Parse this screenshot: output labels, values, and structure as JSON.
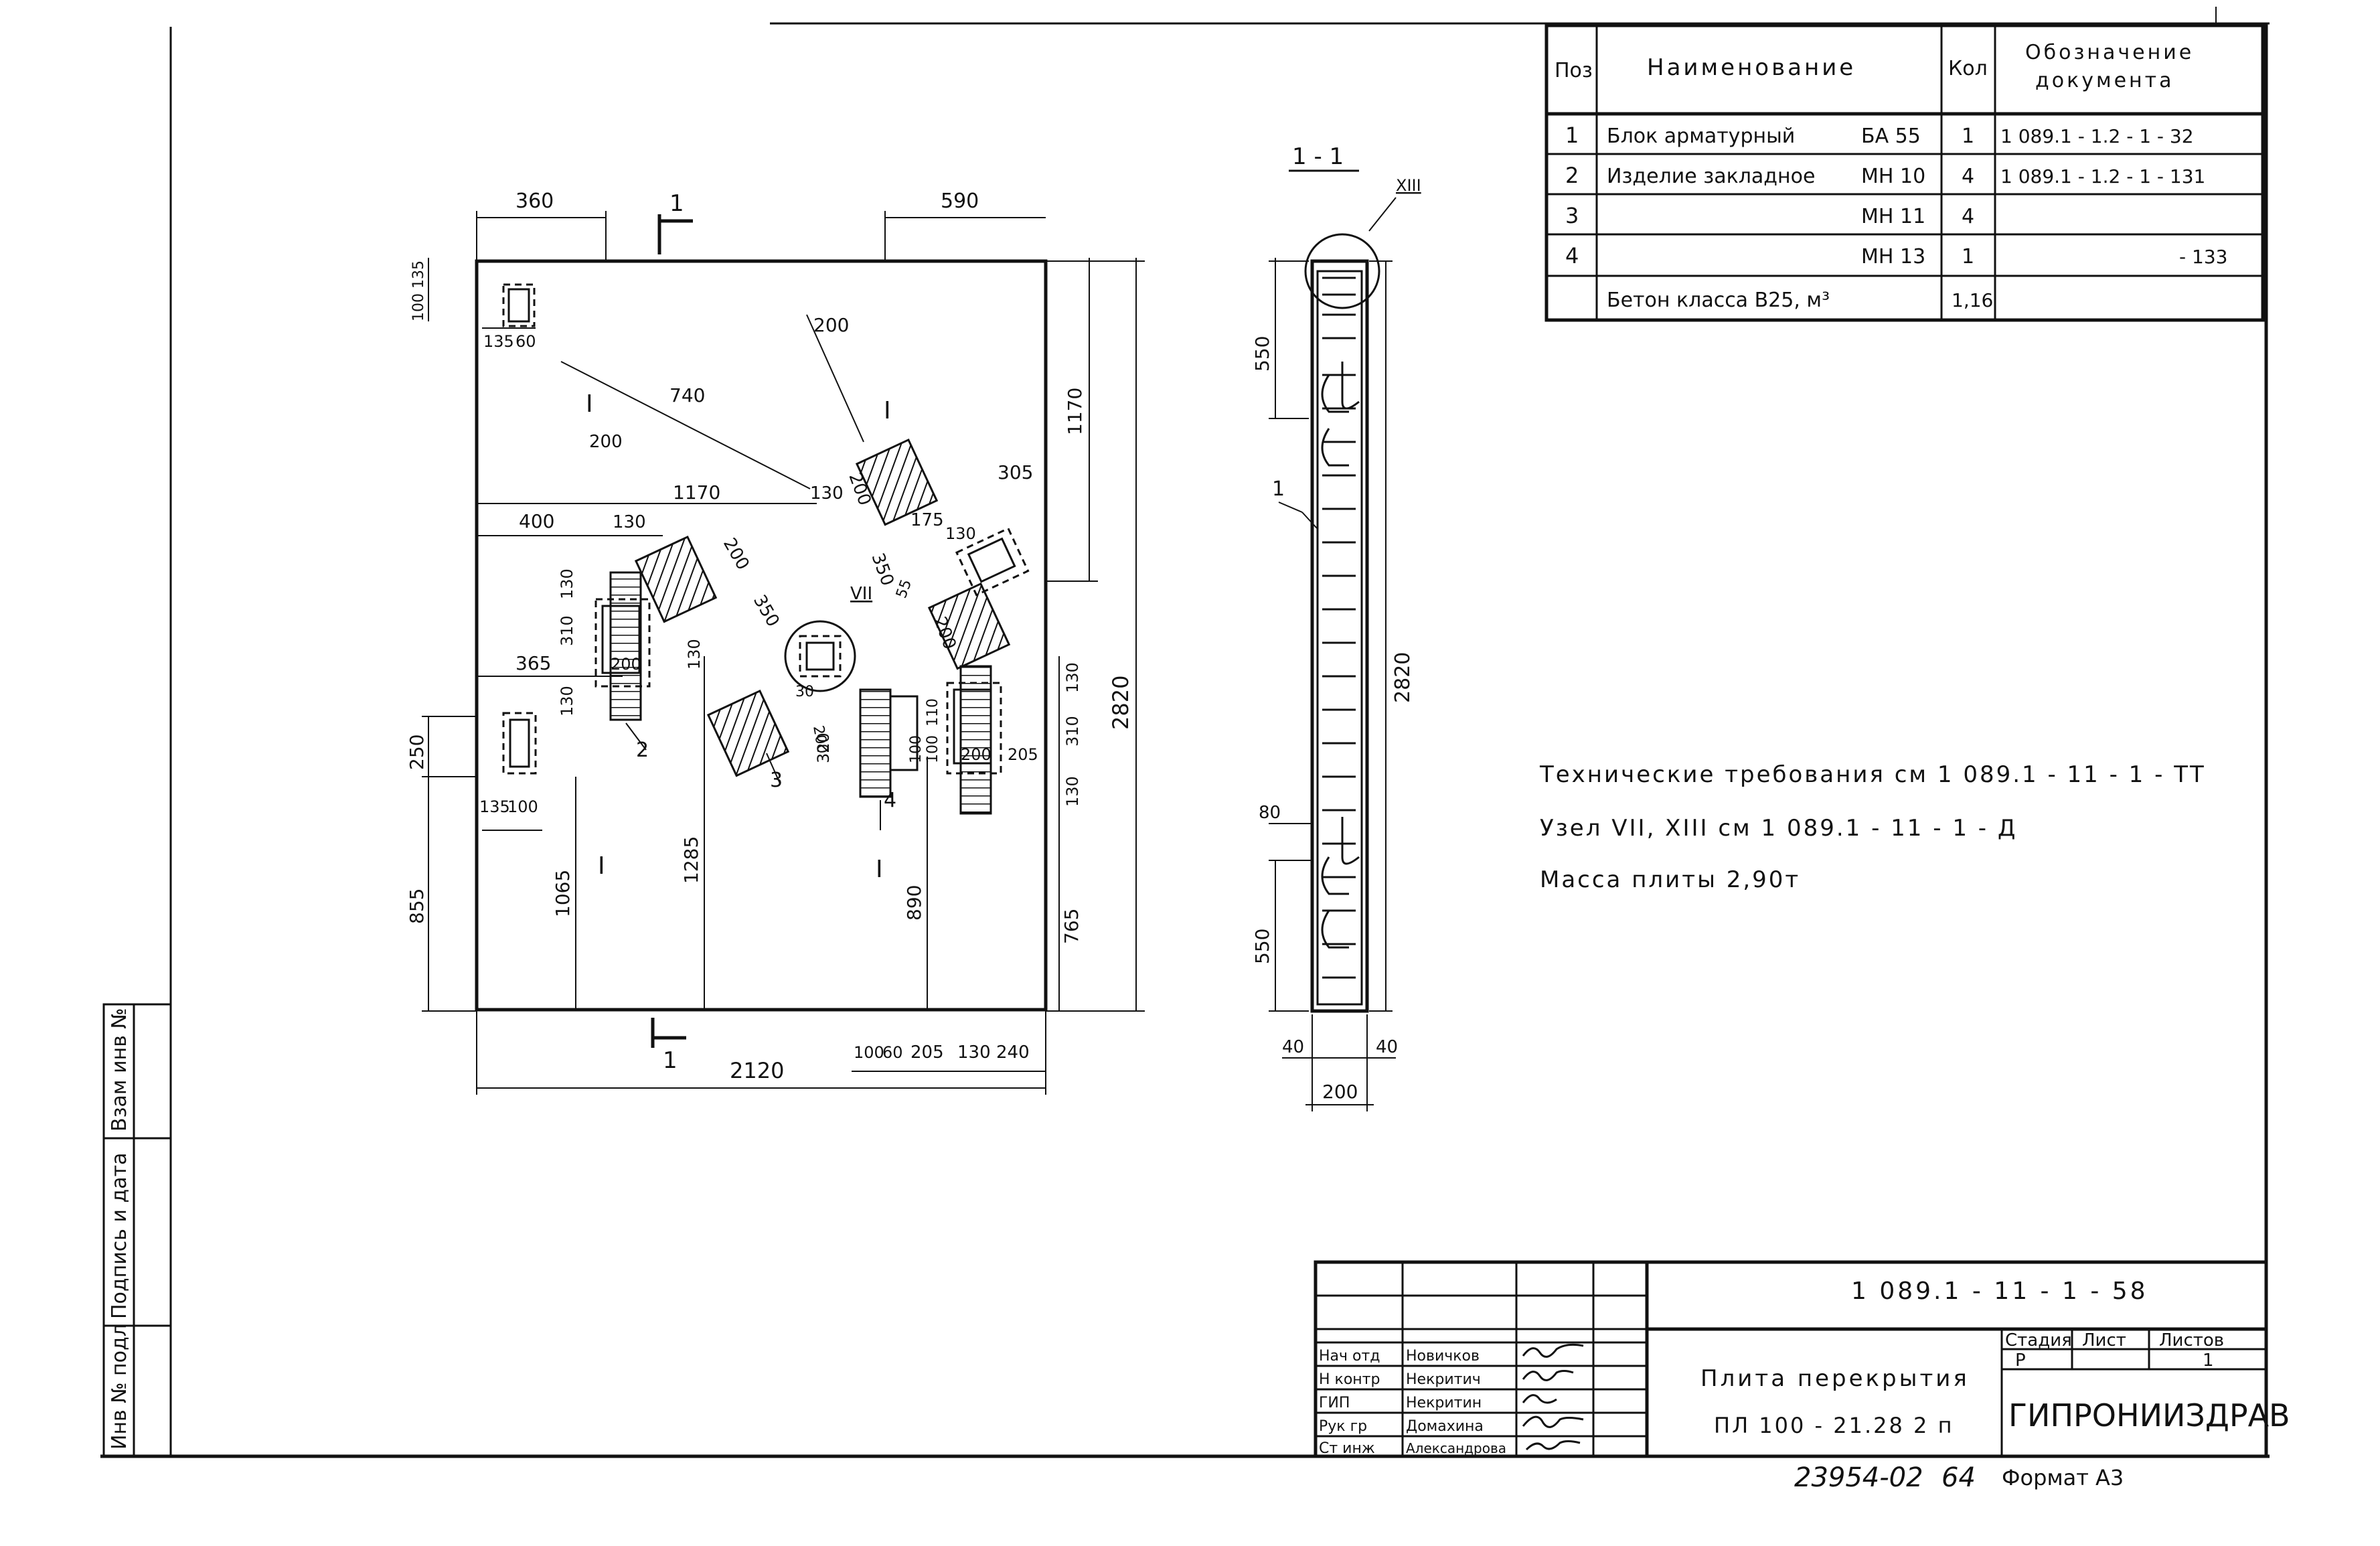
{
  "spec_table": {
    "headers": {
      "pos": "Поз",
      "name": "Наименование",
      "qty": "Кол",
      "doc_line1": "Обозначение",
      "doc_line2": "документа"
    },
    "rows": [
      {
        "pos": "1",
        "name": "Блок арматурный",
        "mark": "БА 55",
        "qty": "1",
        "doc": "1 089.1 - 1.2 - 1 - 32"
      },
      {
        "pos": "2",
        "name": "Изделие закладное",
        "mark": "МН 10",
        "qty": "4",
        "doc": "1 089.1 - 1.2 - 1 - 131"
      },
      {
        "pos": "3",
        "name": "",
        "mark": "МН 11",
        "qty": "4",
        "doc": ""
      },
      {
        "pos": "4",
        "name": "",
        "mark": "МН 13",
        "qty": "1",
        "doc": "- 133"
      },
      {
        "pos": "",
        "name": "Бетон класса В25, м³",
        "mark": "",
        "qty": "1,16",
        "doc": ""
      }
    ]
  },
  "plan_dims": {
    "top_left": "360",
    "top_right": "590",
    "overall_height": "2820",
    "overall_width": "2120",
    "d_1170_right": "1170",
    "d_1170_mid": "1170",
    "d_740": "740",
    "d_200_a": "200",
    "d_200_b": "200",
    "d_400": "400",
    "d_130_a": "130",
    "d_130_b": "130",
    "d_305": "305",
    "d_175": "175",
    "d_130_c": "130",
    "d_350_a": "350",
    "d_350_b": "350",
    "d_200_c": "200",
    "d_200_d": "200",
    "d_200_e": "200",
    "d_135_a": "135",
    "d_60_a": "60",
    "d_100_135": "100 135",
    "d_130_l1": "130",
    "d_310_l": "310",
    "d_200_l": "200",
    "d_130_l2": "130",
    "d_365": "365",
    "d_250": "250",
    "d_135_b": "135",
    "d_100_b": "100",
    "d_855": "855",
    "d_1065": "1065",
    "d_1285": "1285",
    "d_890": "890",
    "d_765": "765",
    "d_130_r1": "130",
    "d_310_r": "310",
    "d_130_r2": "130",
    "d_320": "320",
    "d_30": "30",
    "d_200_f": "200",
    "d_55": "55",
    "d_130_m": "130",
    "d_100_x1": "100",
    "d_110": "110",
    "d_100_x2": "100",
    "d_200_r": "200",
    "d_205_r": "205",
    "b_100": "100",
    "b_60": "60",
    "b_205": "205",
    "b_130": "130",
    "b_240": "240",
    "section_mark_top": "1",
    "section_mark_bottom": "1",
    "node_vii": "VII",
    "marker_1a": "I",
    "marker_1b": "I",
    "marker_1c": "I",
    "marker_1d": "I",
    "pos2": "2",
    "pos3": "3",
    "pos4": "4"
  },
  "section": {
    "title": "1 - 1",
    "node_xiii": "XIII",
    "pos1": "1",
    "d_550_top": "550",
    "d_2820": "2820",
    "d_80": "80",
    "d_550_bot": "550",
    "d_40_l": "40",
    "d_40_r": "40",
    "d_200": "200"
  },
  "notes": {
    "line1": "Технические требования см 1 089.1 - 11 - 1 - ТТ",
    "line2": "Узел VII, XIII см 1 089.1 - 11 - 1 - Д",
    "line3": "Масса плиты 2,90т"
  },
  "side_stamp": {
    "labels": [
      "Инв № подл",
      "Подпись и дата",
      "Взам инв №"
    ]
  },
  "title_block": {
    "code": "1 089.1 - 11 - 1 - 58",
    "title_line1": "Плита перекрытия",
    "title_line2": "ПЛ 100 - 21.28 2 п",
    "stage_label": "Стадия",
    "sheet_label": "Лист",
    "sheets_label": "Листов",
    "stage": "Р",
    "sheets": "1",
    "org": "ГИПРОНИИЗДРАВ",
    "people": [
      {
        "role": "Нач отд",
        "name": "Новичков"
      },
      {
        "role": "Н контр",
        "name": "Некритич"
      },
      {
        "role": "ГИП",
        "name": "Некритин"
      },
      {
        "role": "Рук гр",
        "name": "Домахина"
      },
      {
        "role": "Ст инж",
        "name": "Александрова"
      }
    ]
  },
  "footer": {
    "archive": "23954-02",
    "page": "64",
    "format": "Формат А3"
  }
}
